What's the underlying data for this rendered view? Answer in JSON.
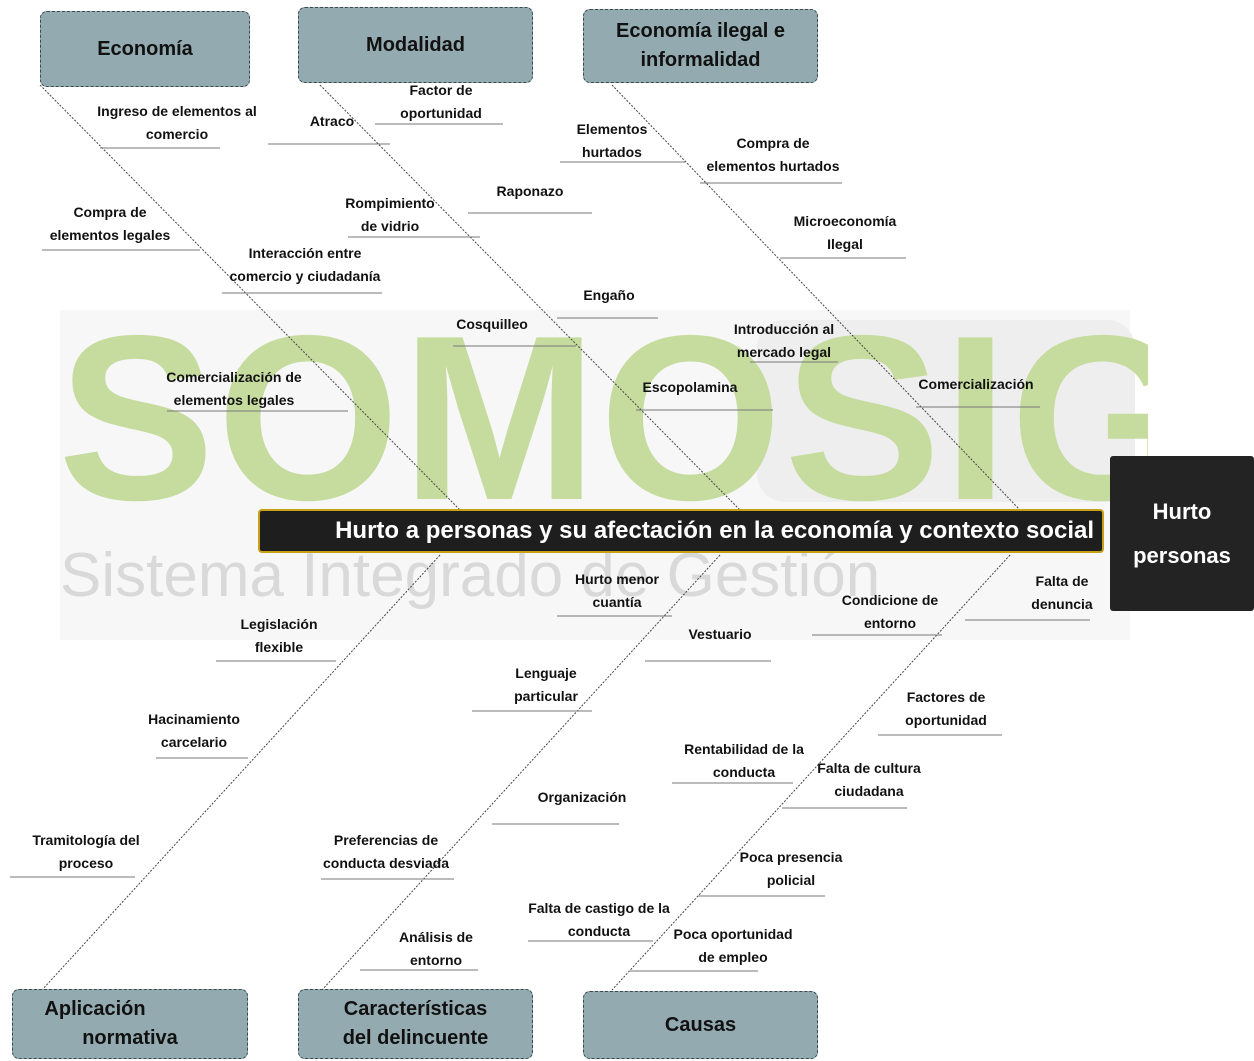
{
  "watermark": {
    "brand": "SOMOSIG",
    "subtitle": "Sistema Integrado de Gestión"
  },
  "effect": {
    "title": "Hurto a personas y su afectación en la economía y contexto social",
    "head": [
      "Hurto",
      "personas"
    ]
  },
  "categories": {
    "economia": "Economía",
    "modalidad": "Modalidad",
    "economia_ilegal": [
      "Economía ilegal e",
      "informalidad"
    ],
    "aplicacion": [
      "Aplicación",
      "normativa"
    ],
    "caracteristicas": [
      "Características",
      "del delincuente"
    ],
    "causas": "Causas"
  },
  "causes": {
    "economia": [
      [
        "Ingreso de elementos al",
        "comercio"
      ],
      [
        "Compra de",
        "elementos legales"
      ],
      [
        "Interacción entre",
        "comercio y ciudadanía"
      ],
      [
        "Comercialización de",
        "elementos legales"
      ]
    ],
    "modalidad": [
      [
        "Factor de",
        "oportunidad"
      ],
      [
        "Atraco"
      ],
      [
        "Raponazo"
      ],
      [
        "Rompimiento",
        "de vidrio"
      ],
      [
        "Engaño"
      ],
      [
        "Cosquilleo"
      ],
      [
        "Escopolamina"
      ]
    ],
    "economia_ilegal": [
      [
        "Elementos",
        "hurtados"
      ],
      [
        "Compra de",
        "elementos hurtados"
      ],
      [
        "Microeconomía",
        "Ilegal"
      ],
      [
        "Introducción al",
        "mercado legal"
      ],
      [
        "Comercialización"
      ]
    ],
    "aplicacion": [
      [
        "Legislación",
        "flexible"
      ],
      [
        "Hacinamiento",
        "carcelario"
      ],
      [
        "Tramitología del",
        "proceso"
      ]
    ],
    "caracteristicas": [
      [
        "Hurto menor",
        "cuantía"
      ],
      [
        "Vestuario"
      ],
      [
        "Lenguaje",
        "particular"
      ],
      [
        "Organización"
      ],
      [
        "Preferencias de",
        "conducta desviada"
      ],
      [
        "Análisis de",
        "entorno"
      ]
    ],
    "causas": [
      [
        "Falta de",
        "denuncia"
      ],
      [
        "Condicione de",
        "entorno"
      ],
      [
        "Factores de",
        "oportunidad"
      ],
      [
        "Rentabilidad de la",
        "conducta"
      ],
      [
        "Falta de cultura",
        "ciudadana"
      ],
      [
        "Poca presencia",
        "policial"
      ],
      [
        "Falta de castigo de la",
        "conducta"
      ],
      [
        "Poca oportunidad",
        "de empleo"
      ]
    ]
  },
  "colors": {
    "category_fill": "#93aab0",
    "spine_fill": "#1e1e1e",
    "spine_border": "#c8a018",
    "watermark_green": "#c6dc9f"
  }
}
